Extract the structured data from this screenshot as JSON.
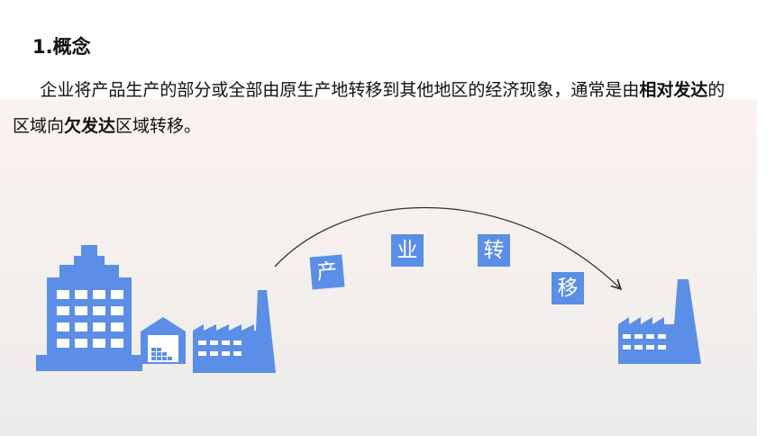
{
  "slide": {
    "heading": "1.概念",
    "paragraph": {
      "part1": "企业将产品生产的部分或全部由原生产地转移到其他地区的经济现象，通常是由",
      "bold1": "相对发达",
      "part2": "的区域向",
      "bold2": "欠发达",
      "part3": "区域转移。"
    }
  },
  "illustration": {
    "arrow_chars": [
      "产",
      "业",
      "转",
      "移"
    ],
    "colors": {
      "icon_blue": "#5b8ee6",
      "text_dark": "#111111",
      "arrow_line": "#333333"
    },
    "icons": [
      "office-building-icon",
      "warehouse-icon",
      "factory-icon",
      "factory-icon"
    ]
  }
}
